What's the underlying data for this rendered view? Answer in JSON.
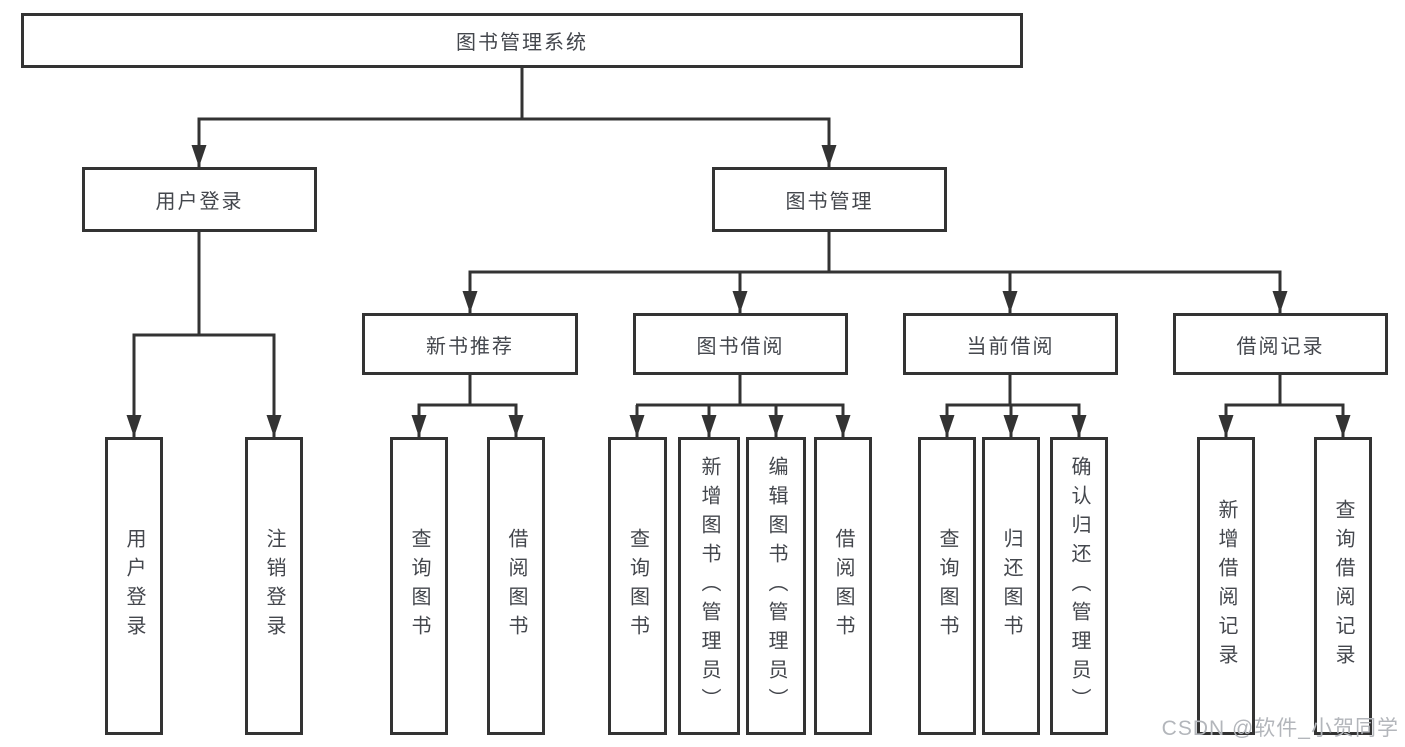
{
  "diagram": {
    "title": "图书管理系统",
    "nodes": {
      "root": {
        "label": "图书管理系统"
      },
      "level2": [
        {
          "label": "用户登录",
          "parent": "图书管理系统"
        },
        {
          "label": "图书管理",
          "parent": "图书管理系统"
        }
      ],
      "level3": [
        {
          "label": "新书推荐",
          "parent": "图书管理"
        },
        {
          "label": "图书借阅",
          "parent": "图书管理"
        },
        {
          "label": "当前借阅",
          "parent": "图书管理"
        },
        {
          "label": "借阅记录",
          "parent": "图书管理"
        }
      ],
      "leaves": [
        {
          "label": "用户登录",
          "parent": "用户登录"
        },
        {
          "label": "注销登录",
          "parent": "用户登录"
        },
        {
          "label": "查询图书",
          "parent": "新书推荐"
        },
        {
          "label": "借阅图书",
          "parent": "新书推荐"
        },
        {
          "label": "查询图书",
          "parent": "图书借阅"
        },
        {
          "label": "新增图书（管理员）",
          "parent": "图书借阅"
        },
        {
          "label": "编辑图书（管理员）",
          "parent": "图书借阅"
        },
        {
          "label": "借阅图书",
          "parent": "图书借阅"
        },
        {
          "label": "查询图书",
          "parent": "当前借阅"
        },
        {
          "label": "归还图书",
          "parent": "当前借阅"
        },
        {
          "label": "确认归还（管理员）",
          "parent": "当前借阅"
        },
        {
          "label": "新增借阅记录",
          "parent": "借阅记录"
        },
        {
          "label": "查询借阅记录",
          "parent": "借阅记录"
        }
      ]
    },
    "colors": {
      "line": "#333333",
      "text": "#44474d",
      "background": "#ffffff",
      "watermark_color": "#b3b6bb"
    }
  },
  "watermark": "CSDN @软件_小贺同学"
}
